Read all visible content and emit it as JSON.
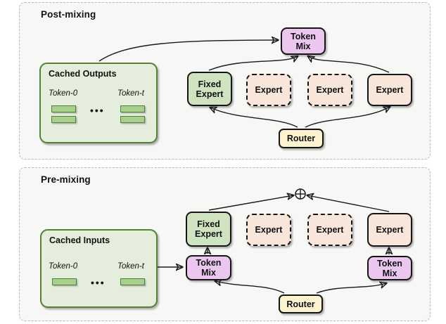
{
  "post_mixing": {
    "title": "Post-mixing",
    "cache": {
      "title": "Cached Outputs",
      "token_first": "Token-0",
      "token_last": "Token-t",
      "dots": "•••"
    },
    "token_mix_label": "Token\nMix",
    "fixed_expert_label": "Fixed\nExpert",
    "experts": [
      "Expert",
      "Expert",
      "Expert"
    ],
    "router_label": "Router"
  },
  "pre_mixing": {
    "title": "Pre-mixing",
    "cache": {
      "title": "Cached Inputs",
      "token_first": "Token-0",
      "token_last": "Token-t",
      "dots": "•••"
    },
    "fixed_expert_label": "Fixed\nExpert",
    "experts": [
      "Expert",
      "Expert",
      "Expert"
    ],
    "token_mix_left_label": "Token\nMix",
    "token_mix_right_label": "Token\nMix",
    "router_label": "Router",
    "sum_icon": "⊕"
  },
  "colors": {
    "panel_background": "#f7f7f6",
    "panel_border": "#b9b9b9",
    "cache_fill": "#e5eedd",
    "cache_border": "#538135",
    "token_chip_fill": "#a9cf8e",
    "fixed_expert_fill": "#cfe3c1",
    "expert_fill": "#f9e6da",
    "token_mix_fill": "#ebc7f0",
    "router_fill": "#fdf3d1",
    "edge_color": "#1a1a1a"
  }
}
